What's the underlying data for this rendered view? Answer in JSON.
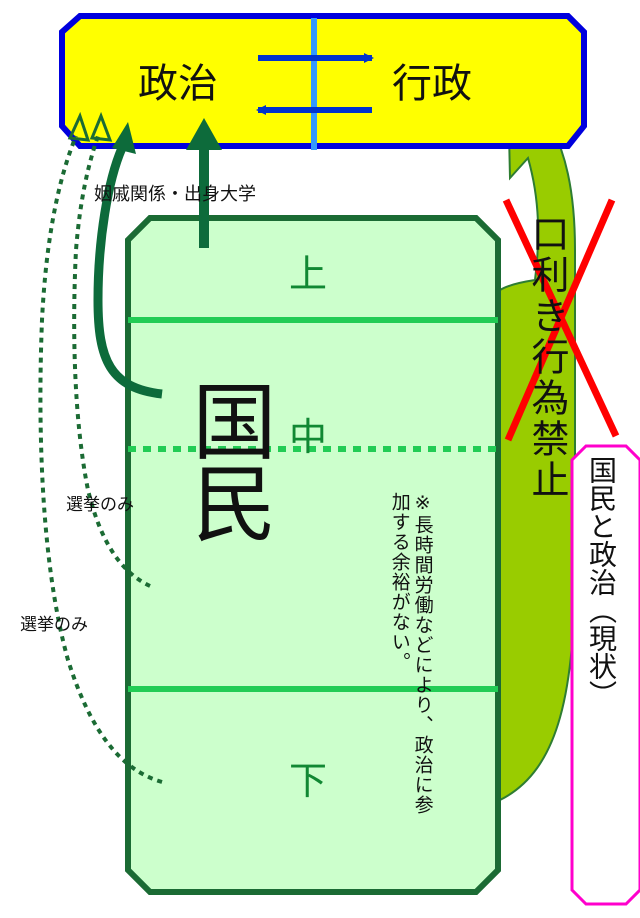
{
  "top_box": {
    "left": "政治",
    "right": "行政"
  },
  "labels": {
    "connections": "姻戚関係・出身大学",
    "election_upper": "選挙のみ",
    "election_lower": "選挙のみ",
    "lobbying_ban": "口利き行為禁止",
    "note": "※長時間労働などにより、政治に参加する余裕がない。",
    "current_state": "国民と政治（現状）"
  },
  "citizens_box": {
    "title": "国民",
    "tiers": {
      "upper": "上",
      "middle": "中",
      "lower": "下"
    }
  },
  "colors": {
    "top_box_fill": "#ffff00",
    "top_box_border": "#0000dd",
    "citizens_fill": "#ccffcc",
    "citizens_border": "#1b6b34",
    "tier_line": "#22cc55",
    "dark_arrow": "#0d6b3b",
    "big_arrow": "#99cc00",
    "cross": "#ff0000",
    "current_border": "#ff00cc"
  }
}
